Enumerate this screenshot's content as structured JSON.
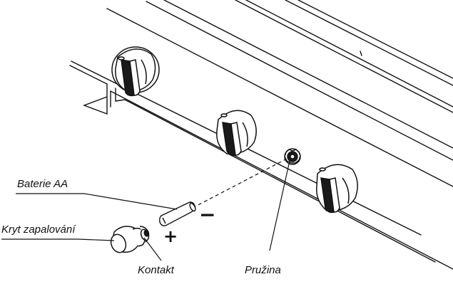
{
  "labels": {
    "battery": "Baterie AA",
    "ignition_cover": "Kryt zapalování",
    "contact": "Kontakt",
    "spring": "Pružina"
  },
  "polarity": {
    "negative": "−",
    "positive": "+"
  },
  "colors": {
    "line": "#111111",
    "knob_fill": "#ffffff",
    "knob_shadow": "#1a1a1a",
    "background": "#ffffff"
  }
}
